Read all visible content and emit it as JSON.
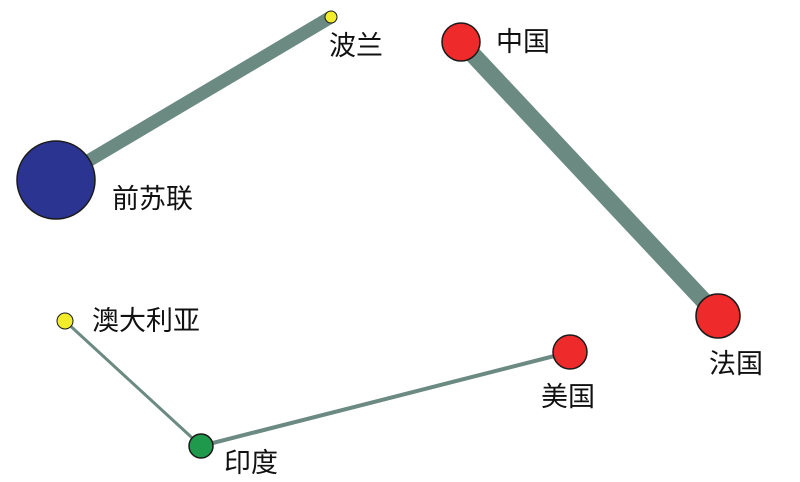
{
  "network": {
    "colors": {
      "edge": "#6b8a82",
      "node_outline": "#1a1a1a",
      "blue": "#2b3490",
      "red": "#ee2a2a",
      "yellow": "#f2ec2a",
      "green": "#1f9a4d"
    },
    "nodes": [
      {
        "id": "su",
        "label": "前苏联",
        "color_key": "blue"
      },
      {
        "id": "pl",
        "label": "波兰",
        "color_key": "yellow"
      },
      {
        "id": "cn",
        "label": "中国",
        "color_key": "red"
      },
      {
        "id": "fr",
        "label": "法国",
        "color_key": "red"
      },
      {
        "id": "au",
        "label": "澳大利亚",
        "color_key": "yellow"
      },
      {
        "id": "us",
        "label": "美国",
        "color_key": "red"
      },
      {
        "id": "in",
        "label": "印度",
        "color_key": "green"
      }
    ],
    "edges": [
      {
        "from": "su",
        "to": "pl"
      },
      {
        "from": "cn",
        "to": "fr"
      },
      {
        "from": "au",
        "to": "in"
      },
      {
        "from": "in",
        "to": "us"
      }
    ]
  }
}
